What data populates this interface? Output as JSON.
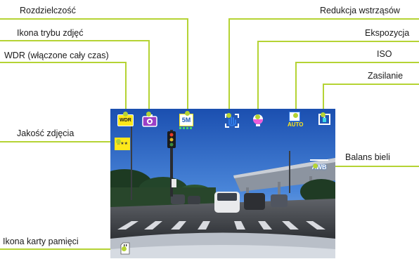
{
  "callouts": {
    "resolution": "Rozdzielczość",
    "photo_mode_icon": "Ikona trybu zdjęć",
    "wdr": "WDR (włączone cały czas)",
    "photo_quality": "Jakość zdjęcia",
    "memory_card_icon": "Ikona karty pamięci",
    "stabilization": "Redukcja wstrząsów",
    "exposure": "Ekspozycja",
    "iso": "ISO",
    "power": "Zasilanie",
    "white_balance": "Balans bieli"
  },
  "screen": {
    "wdr_badge": "WDR",
    "resolution_badge": "5M",
    "iso_badge": "AUTO",
    "wb_badge": "AWB",
    "quality_badge": "★★★",
    "colors": {
      "accent": "#b5d334",
      "icon_yellow": "#ffe81a",
      "icon_white": "#ffffff",
      "photo_mode_purple": "#9b3fc7",
      "stabilization_blue": "#2f7be8",
      "exposure_pink": "#ee5dd9"
    },
    "icons": [
      "wdr-icon",
      "camera-icon",
      "resolution-icon",
      "hand-shake-icon",
      "exposure-icon",
      "iso-icon",
      "battery-icon",
      "white-balance-icon",
      "quality-icon",
      "sd-card-icon"
    ]
  }
}
